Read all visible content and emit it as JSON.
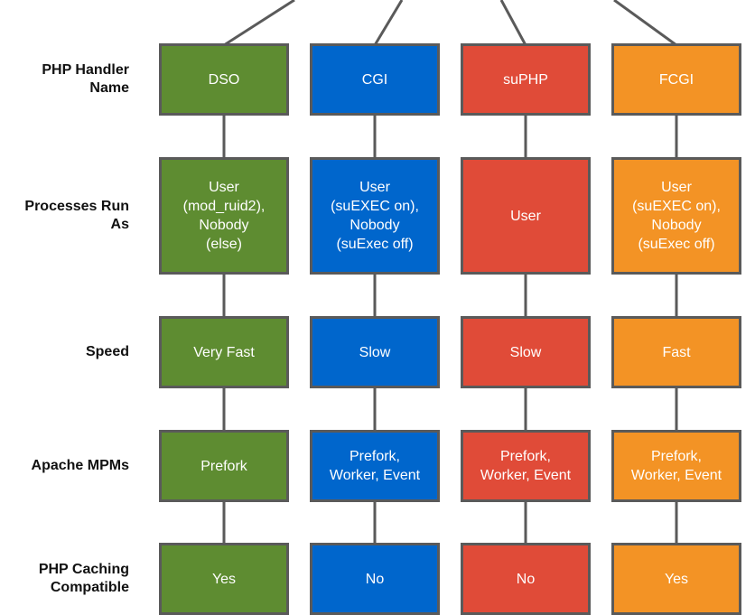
{
  "row_labels": [
    "PHP Handler\nName",
    "Processes Run\nAs",
    "Speed",
    "Apache MPMs",
    "PHP Caching\nCompatible"
  ],
  "handlers": [
    {
      "key": "dso",
      "color": "#5e8c31",
      "cells": [
        "DSO",
        "User\n(mod_ruid2),\nNobody\n(else)",
        "Very Fast",
        "Prefork",
        "Yes"
      ]
    },
    {
      "key": "cgi",
      "color": "#0066cc",
      "cells": [
        "CGI",
        "User\n(suEXEC on),\nNobody\n(suExec off)",
        "Slow",
        "Prefork,\nWorker, Event",
        "No"
      ]
    },
    {
      "key": "suphp",
      "color": "#e04b38",
      "cells": [
        "suPHP",
        "User",
        "Slow",
        "Prefork,\nWorker, Event",
        "No"
      ]
    },
    {
      "key": "fcgi",
      "color": "#f39325",
      "cells": [
        "FCGI",
        "User\n(suEXEC on),\nNobody\n(suExec off)",
        "Fast",
        "Prefork,\nWorker, Event",
        "Yes"
      ]
    }
  ],
  "colors": {
    "border": "#5a5a5a",
    "connector": "#5a5a5a",
    "label_text": "#111111",
    "cell_text": "#ffffff"
  }
}
